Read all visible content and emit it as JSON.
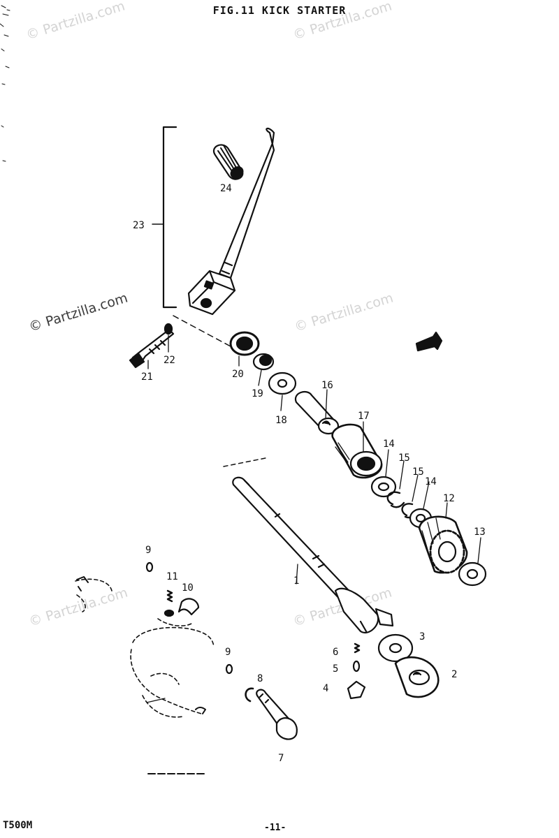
{
  "title": "FIG.11  KICK STARTER",
  "model": "T500M",
  "page_number": "-11-",
  "watermark": "© Partzilla.com",
  "part_numbers": [
    "1",
    "2",
    "3",
    "4",
    "5",
    "6",
    "7",
    "8",
    "9",
    "9",
    "10",
    "11",
    "12",
    "13",
    "14",
    "14",
    "15",
    "15",
    "16",
    "17",
    "18",
    "19",
    "20",
    "21",
    "22",
    "23",
    "24"
  ]
}
